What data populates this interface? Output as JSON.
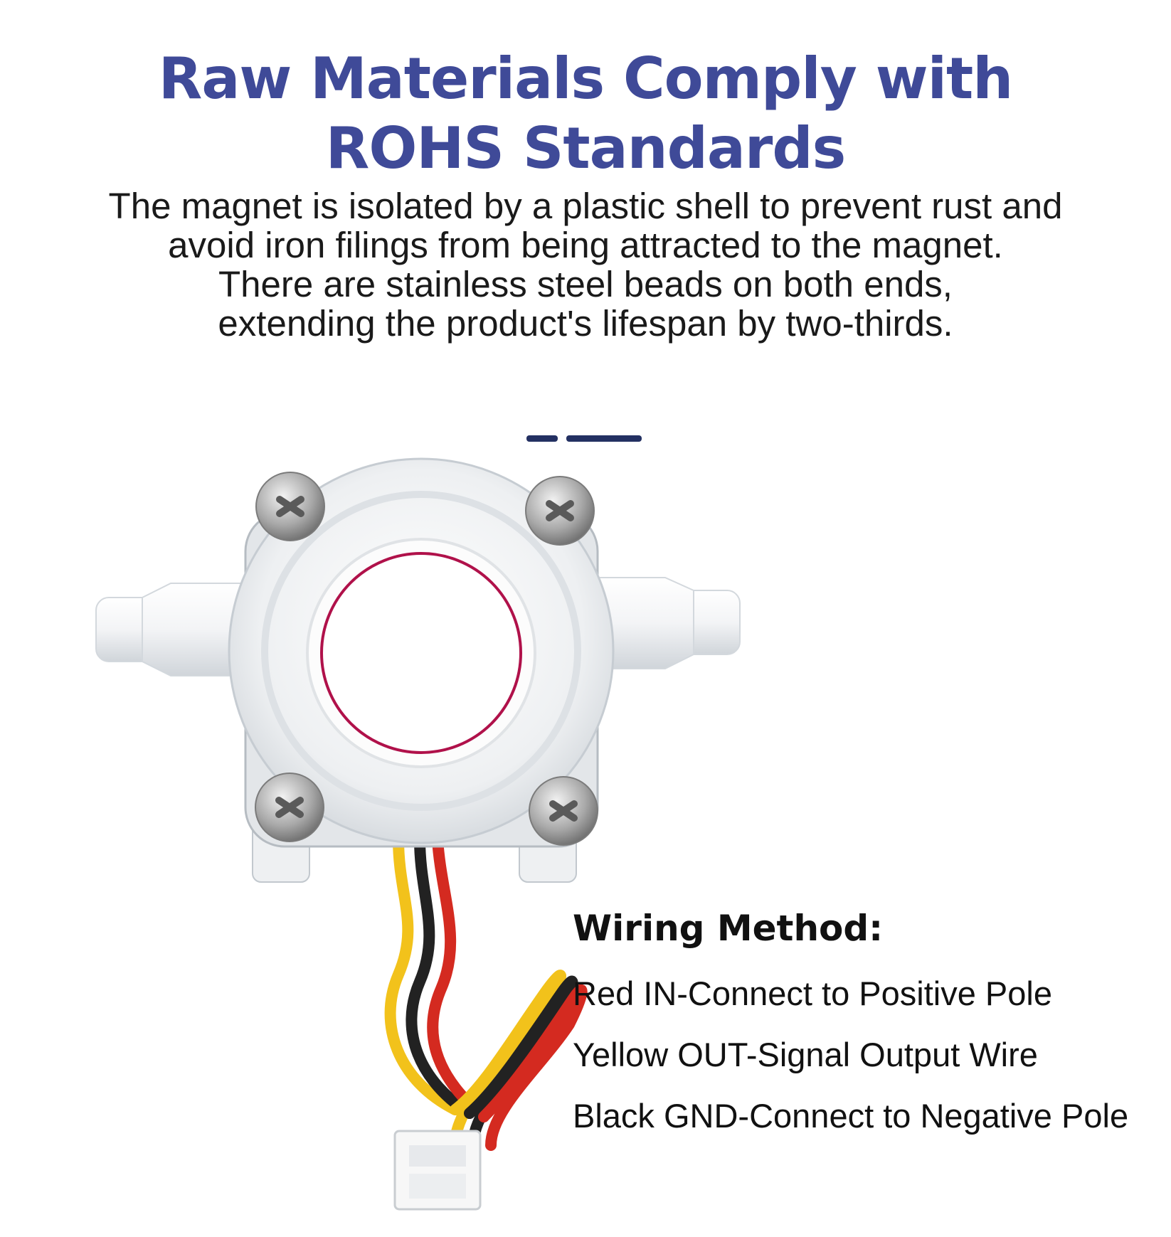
{
  "headline": {
    "line1": "Raw Materials Comply with",
    "line2": "ROHS Standards"
  },
  "description": {
    "lines": [
      "The magnet is isolated by a plastic shell to prevent rust and",
      "avoid iron filings from being attracted to the magnet.",
      "There are stainless steel beads on both ends,",
      "extending the product's lifespan by two-thirds."
    ]
  },
  "wiring": {
    "title": "Wiring Method:",
    "lines": [
      "Red IN-Connect to Positive Pole",
      "Yellow OUT-Signal Output Wire",
      "Black GND-Connect to Negative Pole"
    ]
  },
  "colors": {
    "headline": "#3f4a98",
    "accent_dash": "#233062",
    "wire_red": "#d42a20",
    "wire_yellow": "#f2c21b",
    "wire_black": "#222222",
    "seal_ring": "#b0114a"
  },
  "icons": {
    "product": "water-flow-sensor-photo"
  }
}
